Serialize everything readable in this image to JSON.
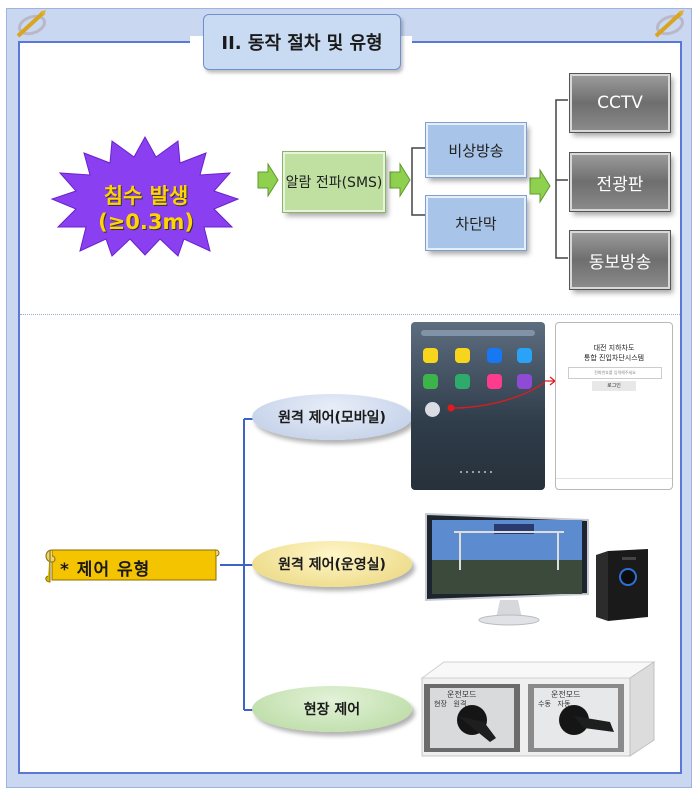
{
  "title": "II. 동작 절차 및 유형",
  "procedure": {
    "trigger": "침수 발생(≥0.3m)",
    "alert": "알람 전파(SMS)",
    "actions": [
      "비상방송",
      "차단막"
    ],
    "outputs": [
      "CCTV",
      "전광판",
      "동보방송"
    ]
  },
  "control_types": {
    "heading": "* 제어 유형",
    "items": [
      {
        "label": "원격 제어(모바일)"
      },
      {
        "label": "원격 제어(운영실)"
      },
      {
        "label": "현장 제어"
      }
    ]
  },
  "mobile_app": {
    "title_line1": "대전 지하차도",
    "title_line2": "통합 진입차단시스템",
    "input_placeholder": "전화번호를 입력해주세요",
    "button": "로그인"
  },
  "field_panel": {
    "left_label": "운전모드",
    "left_sub": "현장   원격",
    "right_label": "운전모드",
    "right_sub": "수동   자동"
  },
  "colors": {
    "frame_blue": "#5a79d6",
    "starburst": "#8a3ff0",
    "trigger_text": "#ffd400",
    "arrow_green": "#8fd14f",
    "alert_box": "#bfe0a0",
    "action_box": "#a8c4e8",
    "output_box": "#7a7a7a",
    "scroll": "#f5c400"
  }
}
